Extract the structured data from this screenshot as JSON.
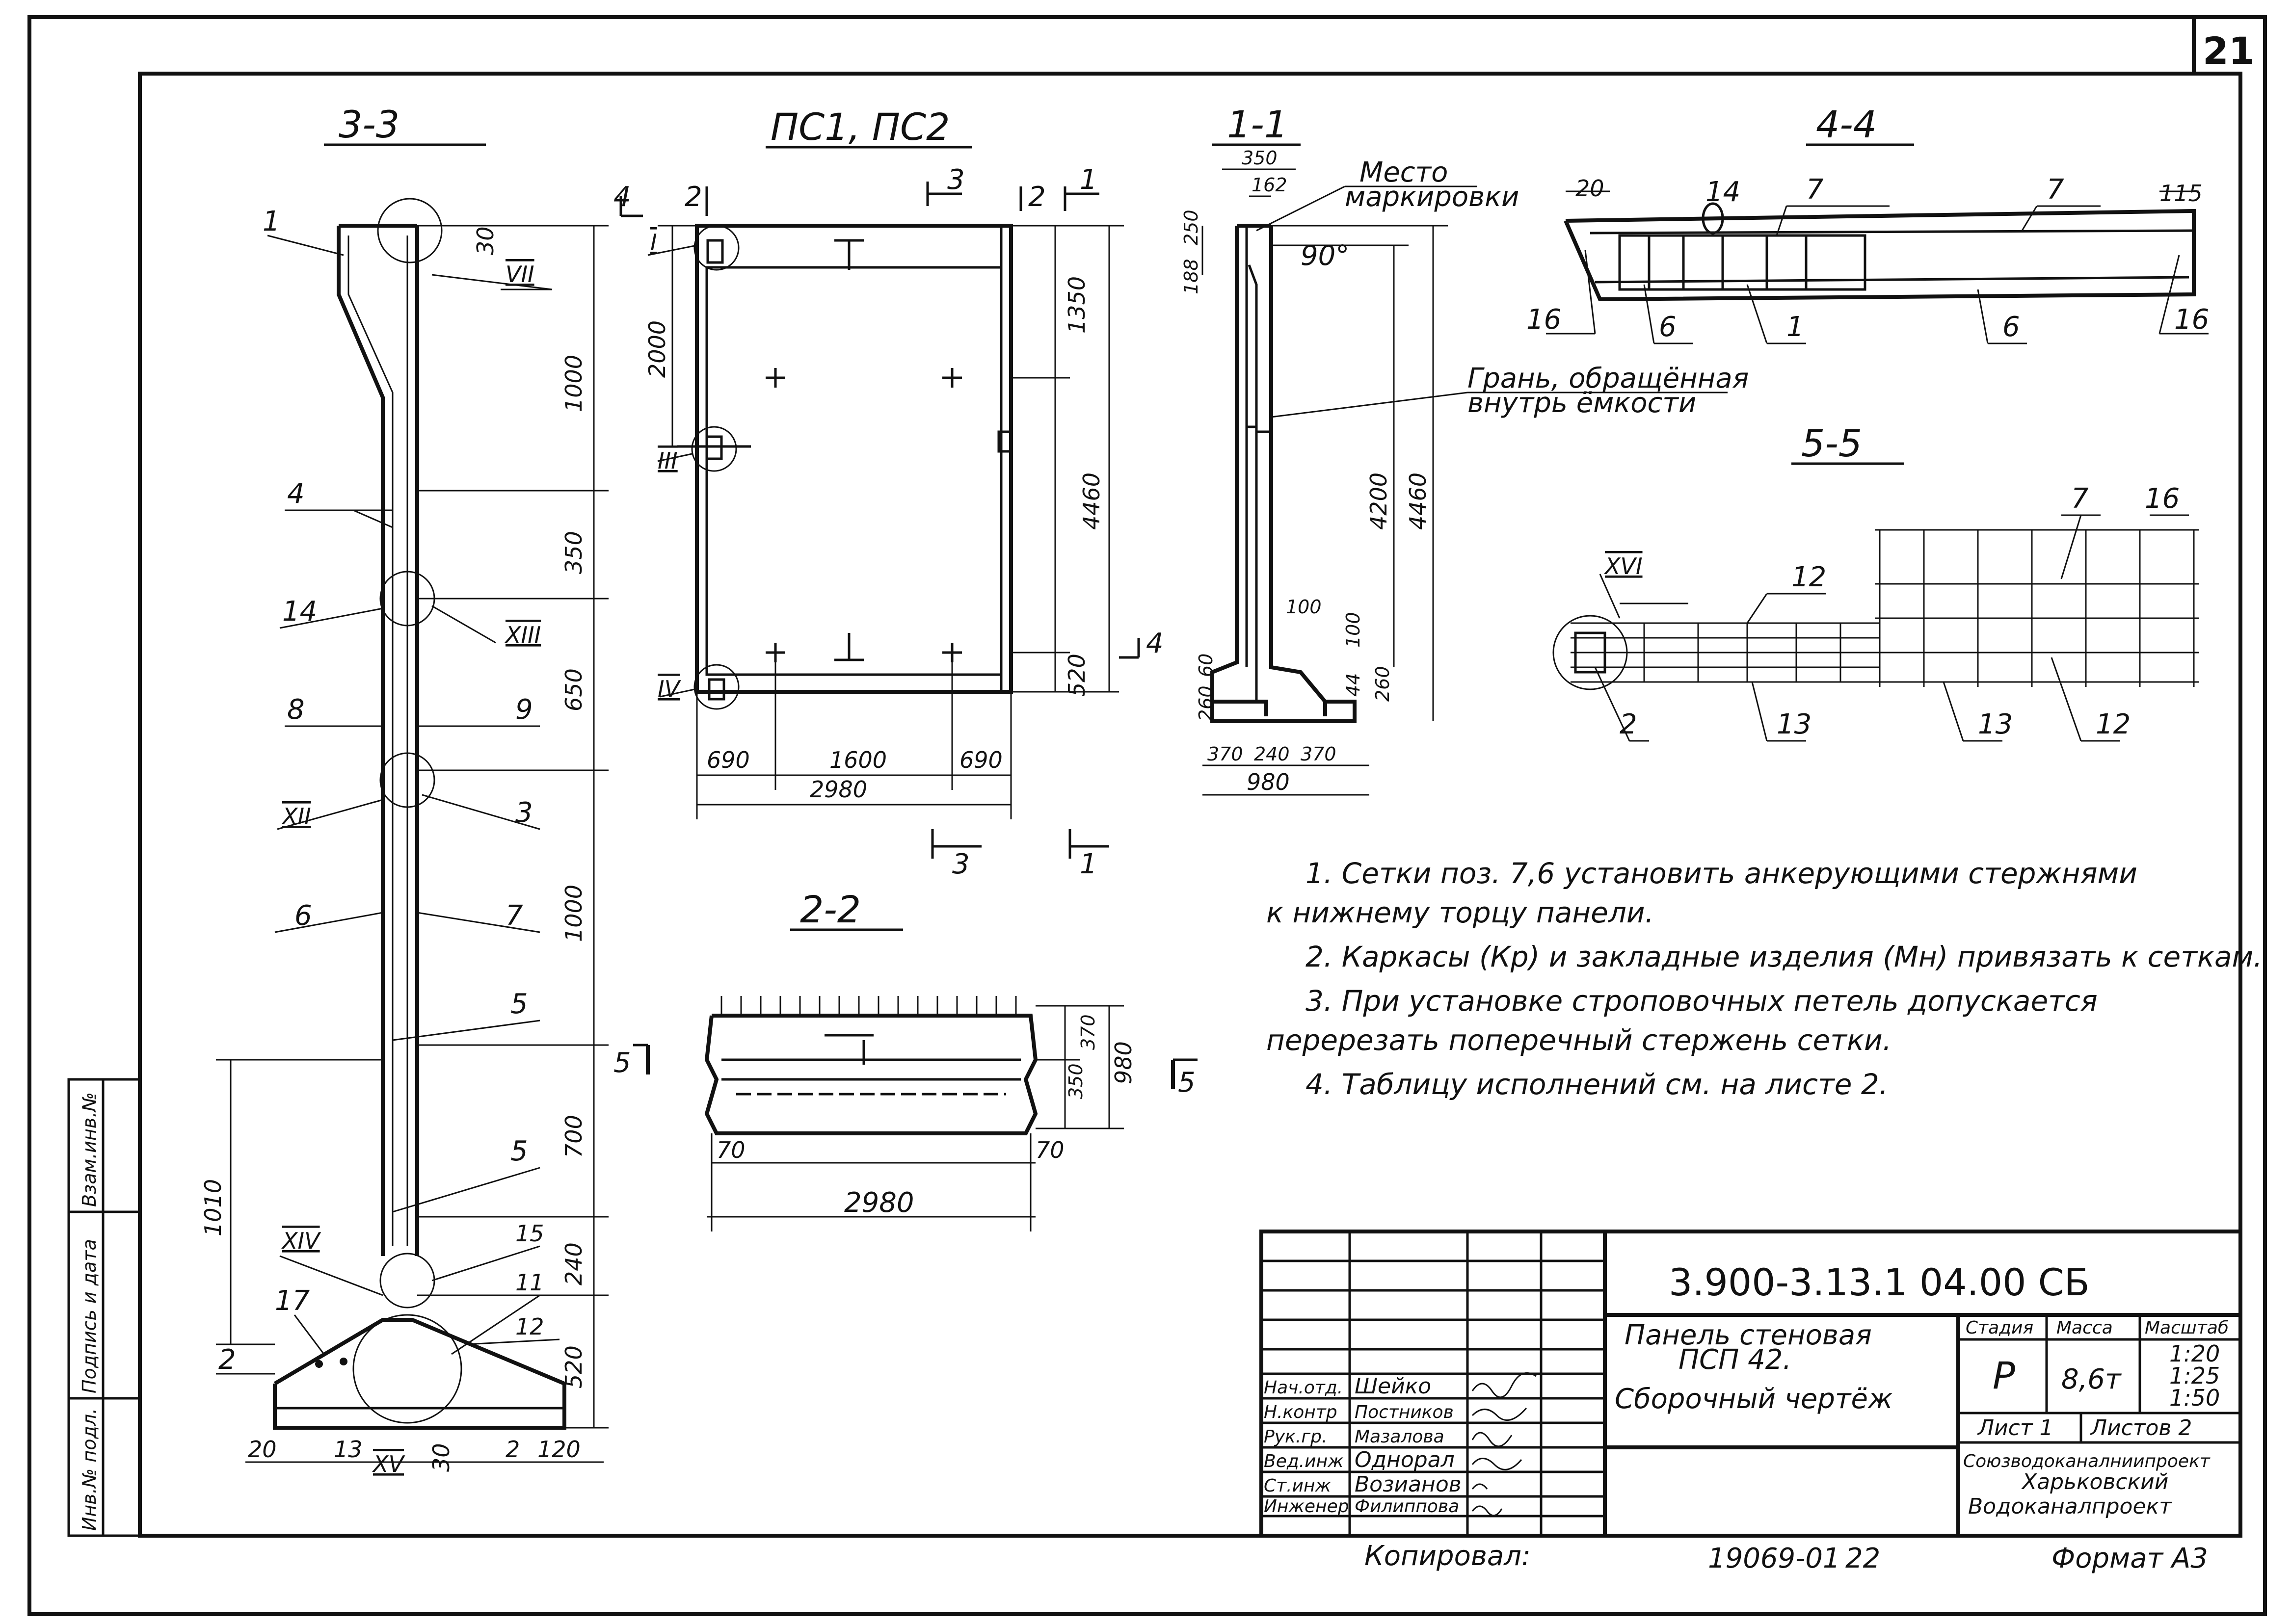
{
  "sheet": {
    "number": "21",
    "margin_stamp": {
      "col1": "Инв.№ подл.",
      "col2": "Подпись и дата",
      "col3": "Взам.инв.№"
    },
    "copied_by": "Копировал:",
    "archive_no": "19069-01",
    "archive_sheet": "22",
    "format": "Формат А3"
  },
  "views": {
    "s33": {
      "title": "3-3",
      "dims": [
        "30",
        "1000",
        "350",
        "650",
        "1000",
        "700",
        "240",
        "520",
        "1010",
        "20",
        "13",
        "30",
        "2",
        "120"
      ],
      "leaders": [
        "1",
        "VII",
        "4",
        "14",
        "XIII",
        "8",
        "9",
        "XII",
        "3",
        "6",
        "7",
        "5",
        "5",
        "XIV",
        "15",
        "11",
        "17",
        "2",
        "12",
        "XV"
      ]
    },
    "pc": {
      "title": "ПС1, ПС2",
      "dims": [
        "2000",
        "1350",
        "4460",
        "520",
        "690",
        "1600",
        "690",
        "2980"
      ],
      "marks": [
        "I",
        "III",
        "IV",
        "2",
        "3",
        "2",
        "1",
        "4",
        "4",
        "3",
        "1"
      ]
    },
    "s11": {
      "title": "1-1",
      "dims": [
        "350",
        "162",
        "250",
        "188",
        "4200",
        "4460",
        "100",
        "100",
        "260",
        "60",
        "260",
        "44",
        "370",
        "240",
        "370",
        "980"
      ],
      "angle": "90°",
      "label_place": "Место маркировки",
      "label_face": "Грань, обращённая внутрь ёмкости"
    },
    "s44": {
      "title": "4-4",
      "dims": [
        "20",
        "115"
      ],
      "leaders": [
        "14",
        "7",
        "7",
        "16",
        "6",
        "1",
        "6",
        "16"
      ]
    },
    "s55": {
      "title": "5-5",
      "leaders": [
        "XVI",
        "12",
        "7",
        "16",
        "2",
        "13",
        "13",
        "12"
      ]
    },
    "s22": {
      "title": "2-2",
      "dims": [
        "370",
        "350",
        "980",
        "70",
        "70",
        "2980"
      ],
      "marks": [
        "5",
        "5"
      ]
    }
  },
  "notes": [
    "1. Сетки поз. 7,6 установить анкерующими стержнями",
    "к нижнему торцу панели.",
    "2. Каркасы (Кр) и закладные изделия (Мн) привязать к сеткам.",
    "3. При установке строповочных петель допускается",
    "перерезать поперечный стержень сетки.",
    "4. Таблицу исполнений см. на листе 2."
  ],
  "title_block": {
    "code": "3.900-3.13.1 04.00 СБ",
    "name_line1": "Панель стеновая",
    "name_line2": "ПСП 42.",
    "doc_type": "Сборочный чертёж",
    "stage_label": "Стадия",
    "mass_label": "Масса",
    "scale_label": "Масштаб",
    "stage": "Р",
    "mass": "8,6т",
    "scales": [
      "1:20",
      "1:25",
      "1:50"
    ],
    "sheet_label": "Лист 1",
    "sheets_label": "Листов 2",
    "org1": "Союзводоканалниипроект",
    "org2": "Харьковский",
    "org3": "Водоканалпроект",
    "roles": [
      {
        "role": "Нач.отд.",
        "name": "Шейко"
      },
      {
        "role": "Н.контр",
        "name": "Постников"
      },
      {
        "role": "Рук.гр.",
        "name": "Мазалова"
      },
      {
        "role": "Вед.инж",
        "name": "Однорал"
      },
      {
        "role": "Ст.инж",
        "name": "Возианов"
      },
      {
        "role": "Инженер",
        "name": "Филиппова"
      }
    ]
  }
}
